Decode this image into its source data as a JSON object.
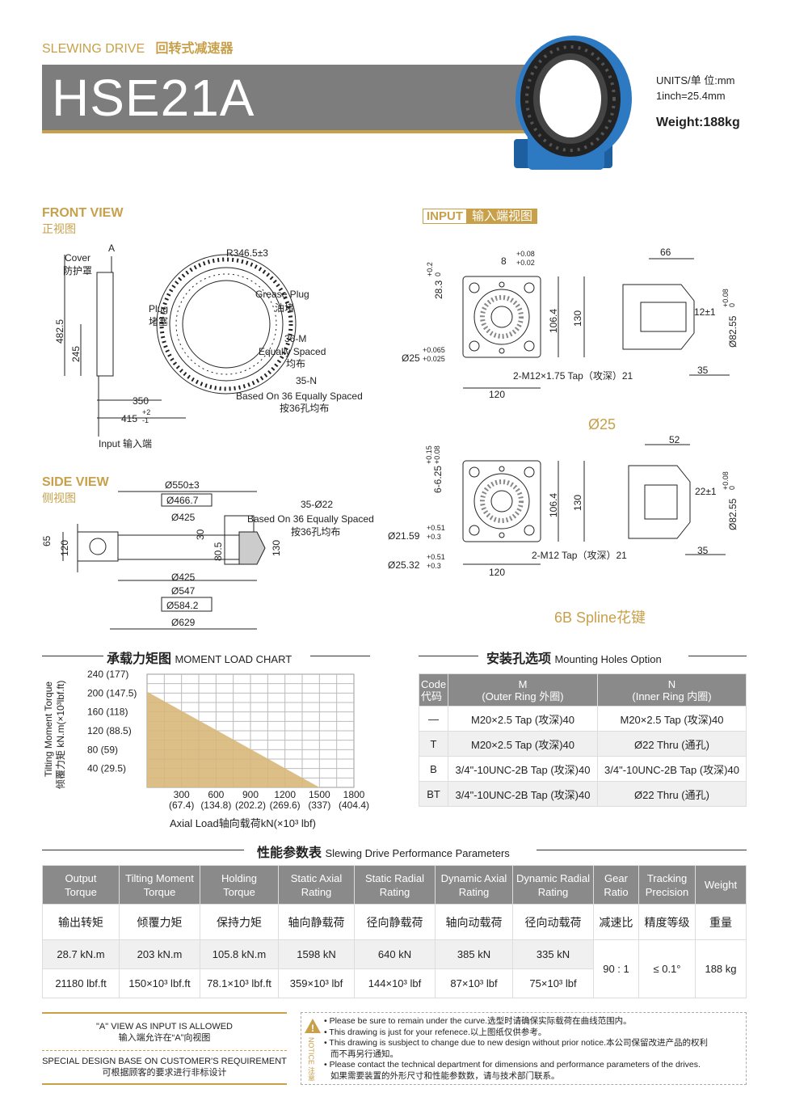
{
  "header": {
    "series_en": "SLEWING DRIVE",
    "series_cn": "回转式减速器",
    "model": "HSE21A",
    "units": "UNITS/单  位:mm",
    "inch": "1inch=25.4mm",
    "weight": "Weight:188kg"
  },
  "front_view": {
    "title": "FRONT VIEW",
    "subtitle": "正视图",
    "labels": {
      "a": "A",
      "cover_en": "Cover",
      "cover_cn": "防护罩",
      "r": "R346.5±3",
      "grease_en": "Grease Plug",
      "grease_cn": "油堵",
      "plug_en": "Plug",
      "plug_cn": "堵塞",
      "m36": "36-M",
      "eq_en": "Equally Spaced",
      "eq_cn": "均布",
      "n35": "35-N",
      "based_en": "Based On 36 Equally Spaced",
      "based_cn": "按36孔均布",
      "h4825": "482.5",
      "h245": "245",
      "w350": "350",
      "w415": "415",
      "tol415_up": "+2",
      "tol415_dn": "-1",
      "input": "Input  输入端"
    }
  },
  "input_view": {
    "tag": "INPUT",
    "tag_cn": "输入端视图",
    "top": {
      "d8": "8",
      "d8_up": "+0.08",
      "d8_dn": "+0.02",
      "d283": "28.3",
      "d283_up": "+0.2",
      "d283_dn": "0",
      "d1064": "106.4",
      "d130": "130",
      "d120": "120",
      "d25": "Ø25",
      "d25_up": "+0.065",
      "d25_dn": "+0.025",
      "tap": "2-M12×1.75 Tap（攻深）21",
      "w66": "66",
      "d12": "12±1",
      "d8255": "Ø82.55",
      "d8255_up": "+0.08",
      "d8255_dn": "0",
      "d35": "35",
      "caption": "Ø25"
    },
    "bottom": {
      "d625": "6-6.25",
      "d625_up": "+0.15",
      "d625_dn": "+0.08",
      "d1064": "106.4",
      "d130": "130",
      "d120": "120",
      "d2159": "Ø21.59",
      "d2159_up": "+0.51",
      "d2159_dn": "+0.3",
      "d2532": "Ø25.32",
      "d2532_up": "+0.51",
      "d2532_dn": "+0.3",
      "tap": "2-M12 Tap（攻深）21",
      "w52": "52",
      "d22": "22±1",
      "d8255": "Ø82.55",
      "d8255_up": "+0.08",
      "d8255_dn": "0",
      "d35": "35",
      "caption": "6B Spline花键"
    }
  },
  "side_view": {
    "title": "SIDE VIEW",
    "subtitle": "侧视图",
    "labels": {
      "d550": "Ø550±3",
      "d4667": "Ø466.7",
      "d425a": "Ø425",
      "d35_22": "35-Ø22",
      "based_en": "Based On 36 Equally Spaced",
      "based_cn": "按36孔均布",
      "h65": "65",
      "h120": "120",
      "h30": "30",
      "h805": "80.5",
      "h130": "130",
      "d425b": "Ø425",
      "d547": "Ø547",
      "d5842": "Ø584.2",
      "d629": "Ø629"
    }
  },
  "moment_chart": {
    "title_cn": "承载力矩图",
    "title_en": "MOMENT LOAD CHART",
    "ylabel_en": "Tilting Moment Torque",
    "ylabel_cn": "倾覆力矩 kN.m(×10³lbf.ft)",
    "xlabel": "Axial Load轴向载荷kN(×10³ lbf)"
  },
  "chart_data": {
    "type": "area",
    "title": "MOMENT LOAD CHART",
    "xlabel": "Axial Load轴向载荷kN(×10³ lbf)",
    "ylabel": "Tilting Moment Torque 倾覆力矩 kN.m(×10³lbf.ft)",
    "xlim": [
      0,
      1800
    ],
    "ylim": [
      0,
      240
    ],
    "x_ticks": [
      {
        "main": "300",
        "sub": "(67.4)"
      },
      {
        "main": "600",
        "sub": "(134.8)"
      },
      {
        "main": "900",
        "sub": "(202.2)"
      },
      {
        "main": "1200",
        "sub": "(269.6)"
      },
      {
        "main": "1500",
        "sub": "(337)"
      },
      {
        "main": "1800",
        "sub": "(404.4)"
      }
    ],
    "y_ticks": [
      {
        "main": "240",
        "sub": "(177)"
      },
      {
        "main": "200",
        "sub": "(147.5)"
      },
      {
        "main": "160",
        "sub": "(118)"
      },
      {
        "main": "120",
        "sub": "(88.5)"
      },
      {
        "main": "80",
        "sub": "(59)"
      },
      {
        "main": "40",
        "sub": "(29.5)"
      }
    ],
    "x": [
      0,
      1500
    ],
    "y": [
      203,
      0
    ],
    "grid": true,
    "fill_color": "#d8b77a"
  },
  "mounting": {
    "title_cn": "安装孔选项",
    "title_en": "Mounting Holes Option",
    "headers": [
      {
        "a": "Code",
        "b": "代码"
      },
      {
        "a": "M",
        "b": "(Outer Ring 外圈)"
      },
      {
        "a": "N",
        "b": "(Inner Ring 内圈)"
      }
    ],
    "rows": [
      [
        "—",
        "M20×2.5 Tap (攻深)40",
        "M20×2.5 Tap (攻深)40"
      ],
      [
        "T",
        "M20×2.5 Tap (攻深)40",
        "Ø22 Thru (通孔)"
      ],
      [
        "B",
        "3/4\"-10UNC-2B Tap (攻深)40",
        "3/4\"-10UNC-2B Tap (攻深)40"
      ],
      [
        "BT",
        "3/4\"-10UNC-2B Tap (攻深)40",
        "Ø22 Thru (通孔)"
      ]
    ]
  },
  "performance": {
    "title_cn": "性能参数表",
    "title_en": "Slewing Drive Performance Parameters",
    "headers": [
      [
        "Output",
        "Torque"
      ],
      [
        "Tilting Moment",
        "Torque"
      ],
      [
        "Holding",
        "Torque"
      ],
      [
        "Static Axial",
        "Rating"
      ],
      [
        "Static Radial",
        "Rating"
      ],
      [
        "Dynamic Axial",
        "Rating"
      ],
      [
        "Dynamic Radial",
        "Rating"
      ],
      [
        "Gear",
        "Ratio"
      ],
      [
        "Tracking",
        "Precision"
      ],
      [
        "Weight",
        ""
      ]
    ],
    "cn": [
      "输出转矩",
      "倾覆力矩",
      "保持力矩",
      "轴向静载荷",
      "径向静载荷",
      "轴向动载荷",
      "径向动载荷",
      "减速比",
      "精度等级",
      "重量"
    ],
    "row1": [
      "28.7 kN.m",
      "203 kN.m",
      "105.8 kN.m",
      "1598 kN",
      "640 kN",
      "385 kN",
      "335 kN"
    ],
    "row2": [
      "21180 lbf.ft",
      "150×10³ lbf.ft",
      "78.1×10³ lbf.ft",
      "359×10³ lbf",
      "144×10³ lbf",
      "87×10³ lbf",
      "75×10³ lbf"
    ],
    "ratio": "90 : 1",
    "precision": "≤ 0.1°",
    "weight": "188 kg"
  },
  "footer": {
    "left1_en": "\"A\" VIEW AS INPUT IS ALLOWED",
    "left1_cn": "输入端允许在“A”向视图",
    "left2_en": "SPECIAL DESIGN BASE ON CUSTOMER'S REQUIREMENT",
    "left2_cn": "可根据顾客的要求进行非标设计",
    "notice_label": "NOTICE 注意",
    "notes": [
      "Please be sure to remain under the curve.选型时请确保实际载荷在曲线范围内。",
      "This drawing is just for your refenece.以上图纸仅供参考。",
      "This drawing is susbject to change due to new design without prior notice.本公司保留改进产品的权利",
      "而不再另行通知。",
      "Please contact the technical department for dimensions and performance parameters of the drives.",
      "如果需要装置的外形尺寸和性能参数数，请与技术部门联系。"
    ]
  }
}
